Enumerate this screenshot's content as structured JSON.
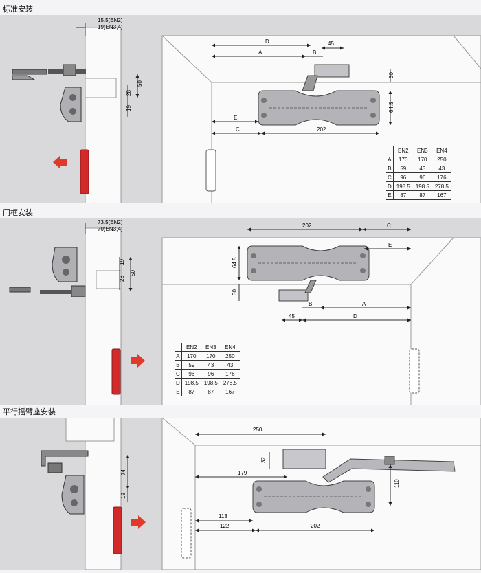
{
  "sections": [
    {
      "title": "标准安装",
      "side": {
        "dim1": "15.5(EN2)",
        "dim2": "19(EN3,4)",
        "v50": "50",
        "v28": "28",
        "v19": "19"
      },
      "dims": {
        "D": "D",
        "A": "A",
        "B": "B",
        "d45": "45",
        "d30": "30",
        "d645": "64.5",
        "E": "E",
        "C": "C",
        "d202": "202"
      }
    },
    {
      "title": "门框安装",
      "side": {
        "dim1": "73.5(EN2)",
        "dim2": "70(EN3,4)",
        "v19": "19",
        "v28": "28",
        "v50": "50"
      },
      "dims": {
        "d202": "202",
        "C": "C",
        "E": "E",
        "d645": "64.5",
        "d30": "30",
        "B": "B",
        "A": "A",
        "d45": "45",
        "D": "D"
      }
    },
    {
      "title": "平行摇臂座安装",
      "side": {
        "v74": "74",
        "v19": "19"
      },
      "dims": {
        "d250": "250",
        "d32": "32",
        "d179": "179",
        "d110": "110",
        "d113": "113",
        "d122": "122",
        "d202": "202"
      }
    }
  ],
  "table": {
    "headers": [
      "",
      "EN2",
      "EN3",
      "EN4"
    ],
    "rows": [
      [
        "A",
        "170",
        "170",
        "250"
      ],
      [
        "B",
        "59",
        "43",
        "43"
      ],
      [
        "C",
        "96",
        "96",
        "176"
      ],
      [
        "D",
        "198.5",
        "198.5",
        "278.5"
      ],
      [
        "E",
        "87",
        "87",
        "167"
      ]
    ]
  },
  "colors": {
    "panel": "#d9d9dc",
    "white": "#fafafa",
    "arrow": "#e23a2a",
    "hinge": "#d22a2a",
    "closer": "#b4b4b8"
  }
}
